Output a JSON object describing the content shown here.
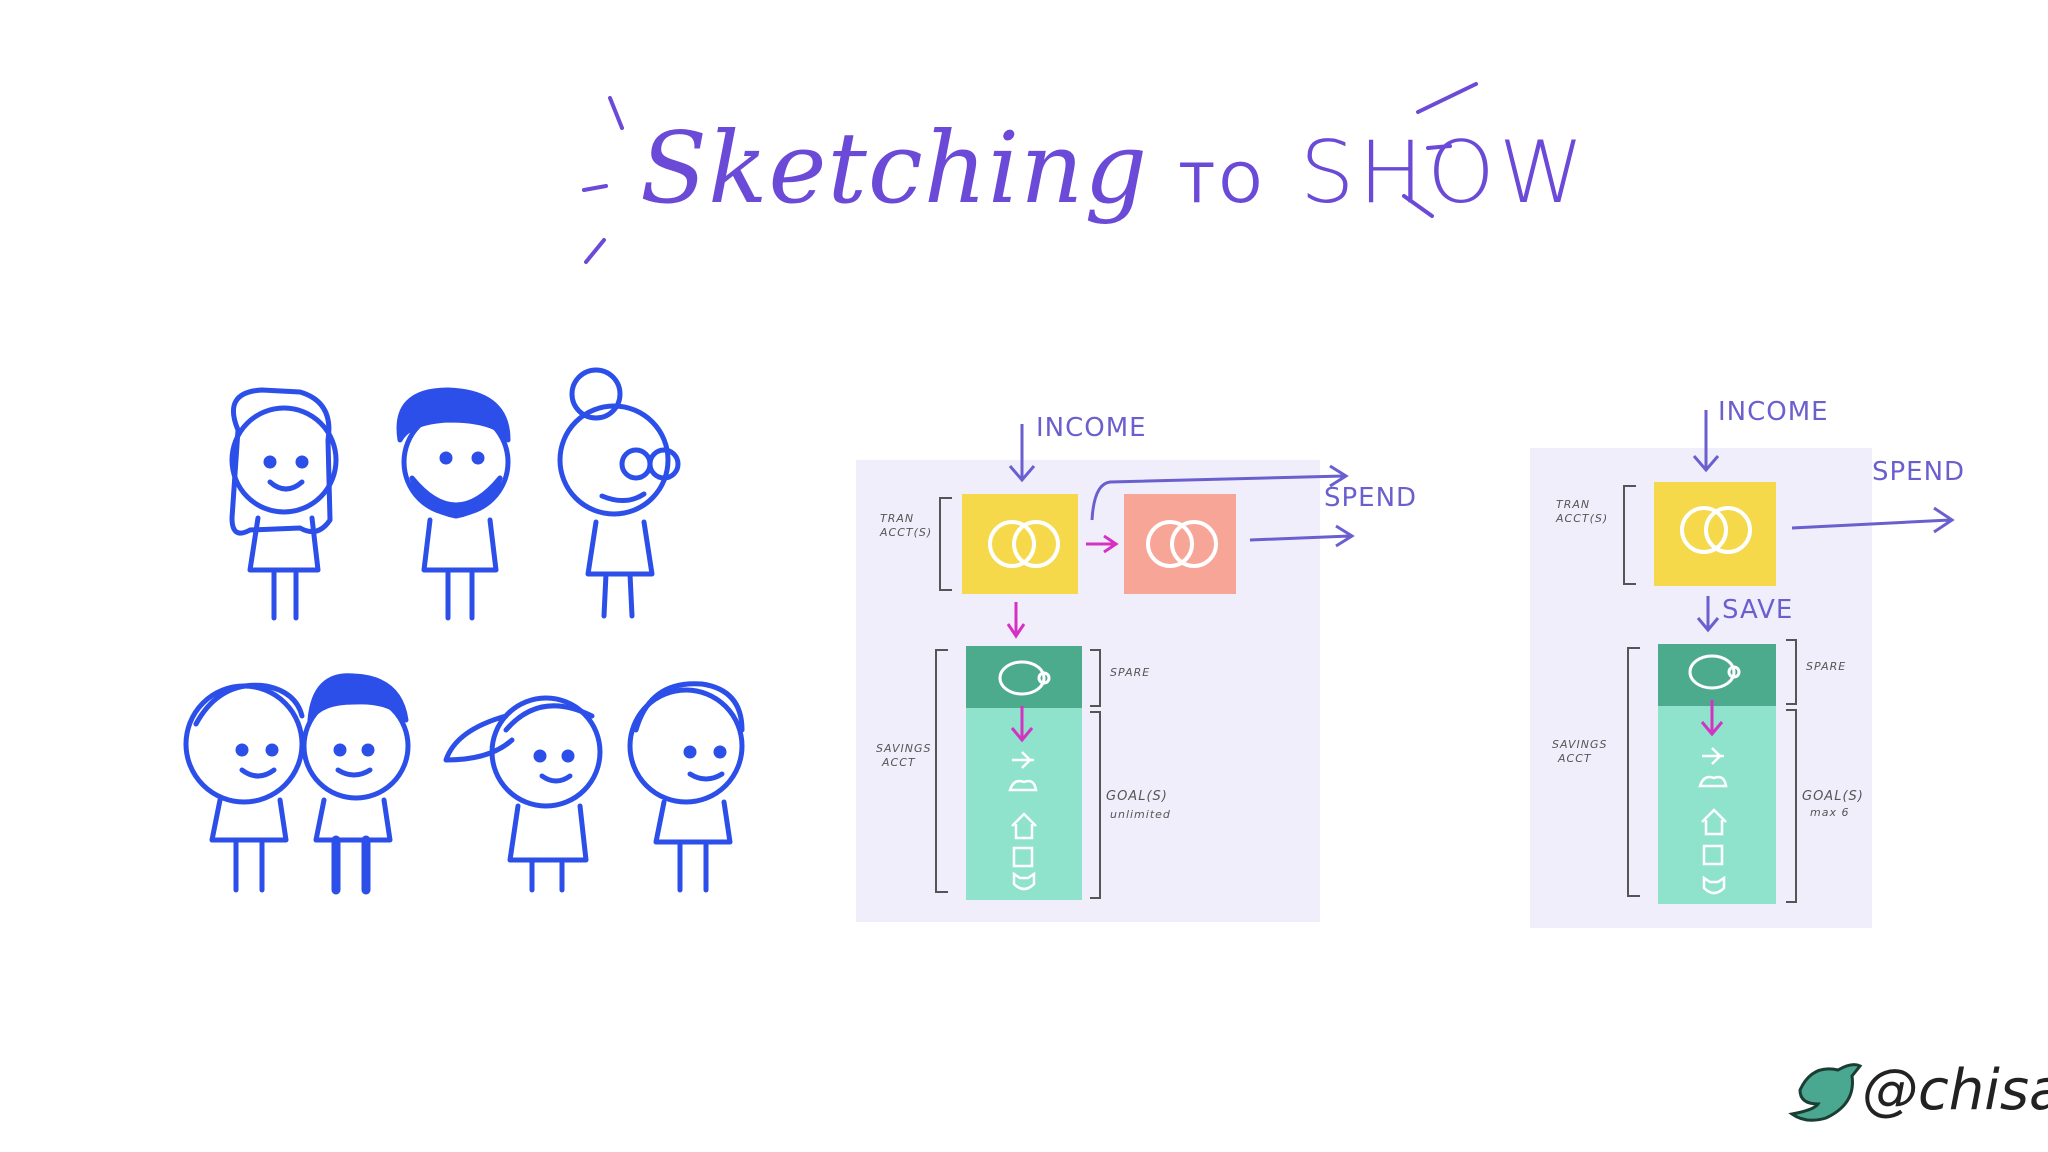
{
  "title": {
    "main": "Sketching",
    "to": "TO",
    "show": "SHOW"
  },
  "diagram_left": {
    "income": "INCOME",
    "spend": "SPEND",
    "tran": "TRAN",
    "accts": "ACCT(S)",
    "savings": "SAVINGS",
    "acct": "ACCT",
    "spare": "SPARE",
    "goals": "GOAL(S)",
    "goals_note": "unlimited"
  },
  "diagram_right": {
    "income": "INCOME",
    "spend": "SPEND",
    "save": "SAVE",
    "tran": "TRAN",
    "accts": "ACCT(S)",
    "savings": "SAVINGS",
    "acct": "ACCT",
    "spare": "SPARE",
    "goals": "GOAL(S)",
    "goals_note": "max 6"
  },
  "handle": "@chisa",
  "colors": {
    "title": "#6a4ad6",
    "people": "#2b4fe8",
    "panel": "#f1eefc",
    "yellow": "#f5d94a",
    "coral": "#f6a596",
    "spare_green": "#4dab8d",
    "goal_mint": "#8fe3cd",
    "arrow_purple": "#6a5fce",
    "arrow_magenta": "#d332c2",
    "twitter": "#4aa891"
  },
  "icons": [
    "bird-icon",
    "plane-icon",
    "cloud-icon",
    "house-icon",
    "box-icon",
    "cat-icon",
    "pig-icon",
    "coins-icon"
  ]
}
